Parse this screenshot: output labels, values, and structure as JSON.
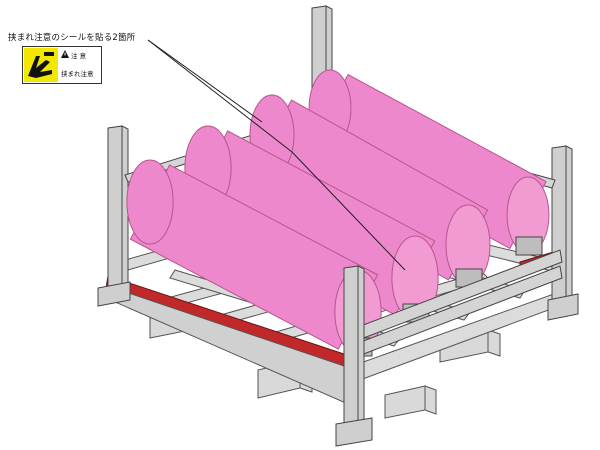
{
  "callout": {
    "text": "挟まれ注意のシールを貼る2箇所"
  },
  "label": {
    "caution_word": "注 意",
    "warning_text": "挟まれ注意",
    "icon": "pinch-hazard-icon",
    "icon_color": "#f3e600"
  },
  "colors": {
    "roll": "#ee88cc",
    "frame": "#c8c8c8",
    "frame_dark": "#8a8a8a",
    "rail_red": "#c0282a"
  }
}
